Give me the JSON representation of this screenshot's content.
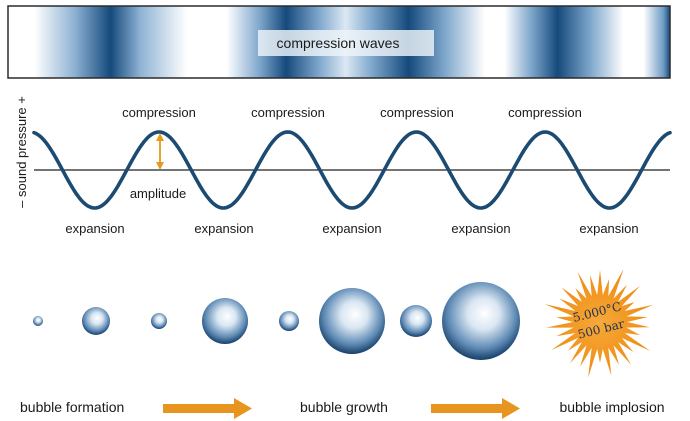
{
  "banner": {
    "label": "compression waves",
    "dark_color": "#14477a"
  },
  "wave": {
    "axis_label": "– sound pressure +",
    "amplitude_label": "amplitude",
    "compression_labels": [
      "compression",
      "compression",
      "compression",
      "compression"
    ],
    "expansion_labels": [
      "expansion",
      "expansion",
      "expansion",
      "expansion",
      "expansion"
    ],
    "wave_color": "#1b4a72",
    "amplitude_color": "#e69a1e"
  },
  "bubbles": {
    "implosion_temperature": "5.000°C",
    "implosion_pressure": "500 bar",
    "burst_color": "#f39a1a"
  },
  "stages": {
    "formation": "bubble formation",
    "growth": "bubble growth",
    "implosion": "bubble implosion",
    "arrow_color": "#e8951f"
  }
}
